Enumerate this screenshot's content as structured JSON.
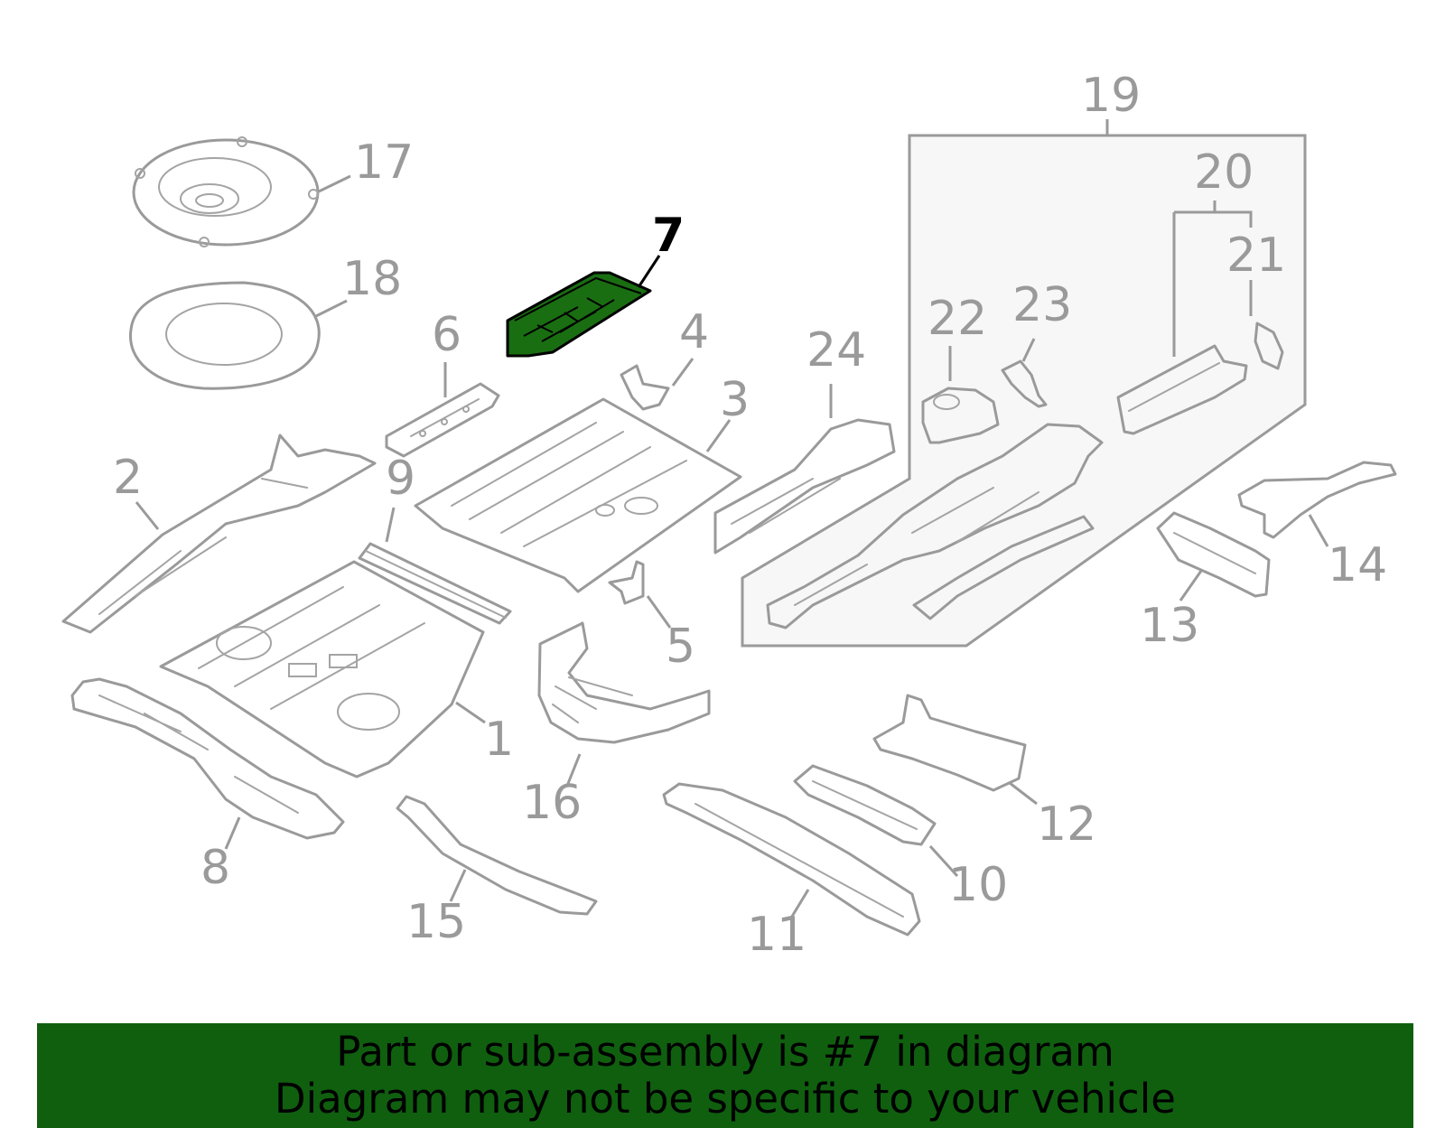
{
  "colors": {
    "part_stroke": "#9a9a9a",
    "highlight_fill": "#1a6e12",
    "highlight_stroke": "#000000",
    "banner_bg": "#0f5f0f",
    "box_fill": "#f7f7f7"
  },
  "highlight_label": "7",
  "labels": {
    "l1": "1",
    "l2": "2",
    "l3": "3",
    "l4": "4",
    "l5": "5",
    "l6": "6",
    "l7": "7",
    "l8": "8",
    "l9": "9",
    "l10": "10",
    "l11": "11",
    "l12": "12",
    "l13": "13",
    "l14": "14",
    "l15": "15",
    "l16": "16",
    "l17": "17",
    "l18": "18",
    "l19": "19",
    "l20": "20",
    "l21": "21",
    "l22": "22",
    "l23": "23",
    "l24": "24"
  },
  "banner": {
    "line1": "Part or sub-assembly is #7 in diagram",
    "line2": "Diagram may not be specific to your vehicle"
  }
}
